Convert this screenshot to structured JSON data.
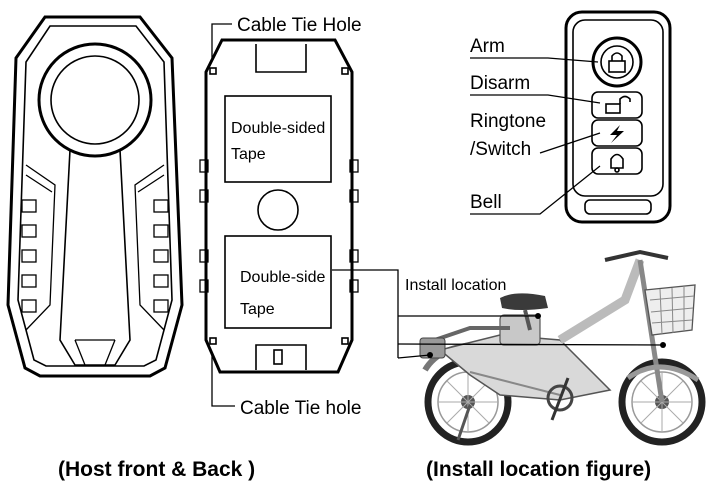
{
  "host_back": {
    "top_label": "Cable Tie Hole",
    "bottom_label": "Cable Tie hole",
    "tape_top_line1": "Double-sided",
    "tape_top_line2": "Tape",
    "tape_bottom_line1": "Double-side",
    "tape_bottom_line2": "Tape"
  },
  "remote": {
    "arm": "Arm",
    "disarm": "Disarm",
    "ringtone_line1": "Ringtone",
    "ringtone_line2": "/Switch",
    "bell": "Bell"
  },
  "install": {
    "label": "Install location"
  },
  "captions": {
    "left": "(Host front & Back )",
    "right": "(Install location figure)"
  },
  "icons": [
    "lock-icon",
    "unlock-icon",
    "lightning-icon",
    "bell-icon"
  ]
}
